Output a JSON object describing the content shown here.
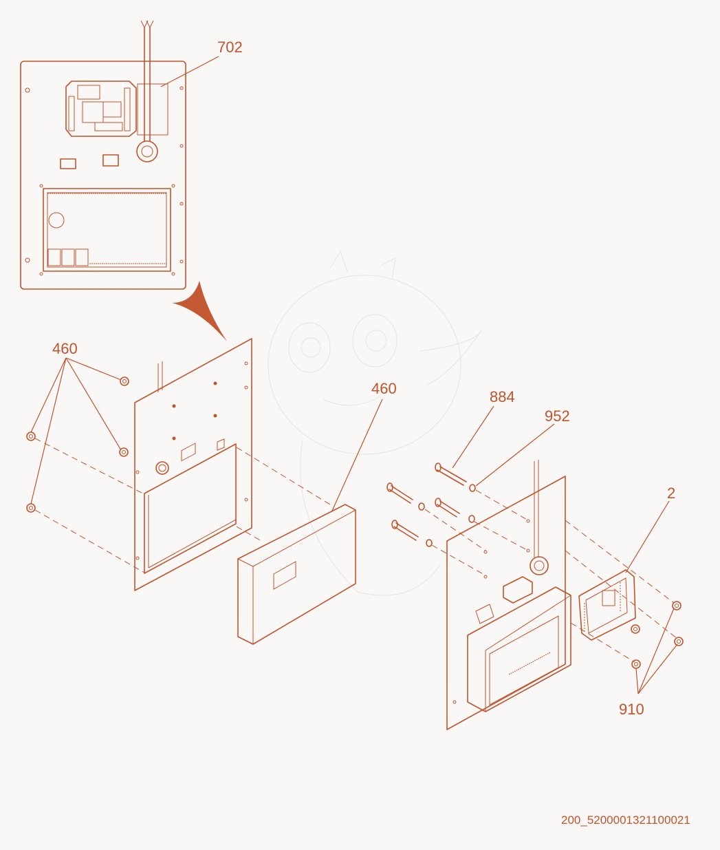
{
  "colors": {
    "background": "#f9f8f6",
    "line": "#c0532c",
    "arrow": "#c45a33",
    "label": "#c0532c",
    "code_text": "#c0532c",
    "watermark": "#d9d4cf"
  },
  "callouts": {
    "item_702": "702",
    "item_460_left": "460",
    "item_460_center": "460",
    "item_884": "884",
    "item_952": "952",
    "item_2": "2",
    "item_910": "910"
  },
  "drawing_code": "200_5200001321100021",
  "icons": {
    "watermark": "baby-dragon-watermark-icon",
    "arrow": "down-arrow-icon"
  }
}
